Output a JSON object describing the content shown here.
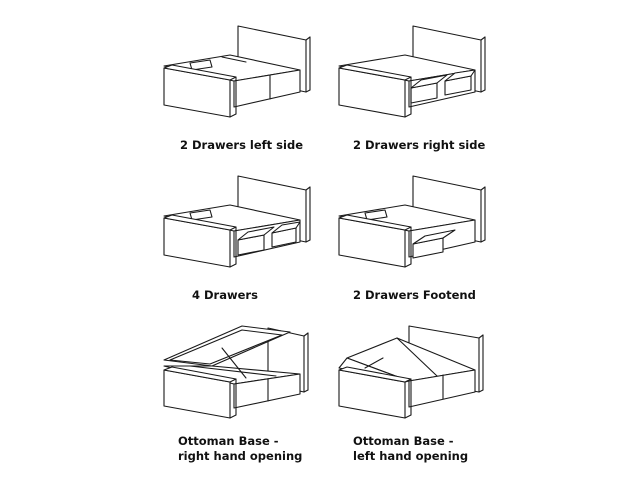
{
  "colors": {
    "background": "#ffffff",
    "line": "#1a1a1a",
    "text": "#111111"
  },
  "options": [
    {
      "id": "left-side",
      "caption_lines": [
        "2 Drawers left side"
      ]
    },
    {
      "id": "right-side",
      "caption_lines": [
        "2 Drawers right side"
      ]
    },
    {
      "id": "four",
      "caption_lines": [
        "4 Drawers"
      ]
    },
    {
      "id": "footend",
      "caption_lines": [
        "2 Drawers Footend"
      ]
    },
    {
      "id": "ottoman-rh",
      "caption_lines": [
        "Ottoman Base -",
        "right hand opening"
      ]
    },
    {
      "id": "ottoman-lh",
      "caption_lines": [
        "Ottoman Base -",
        "left hand opening"
      ]
    }
  ]
}
